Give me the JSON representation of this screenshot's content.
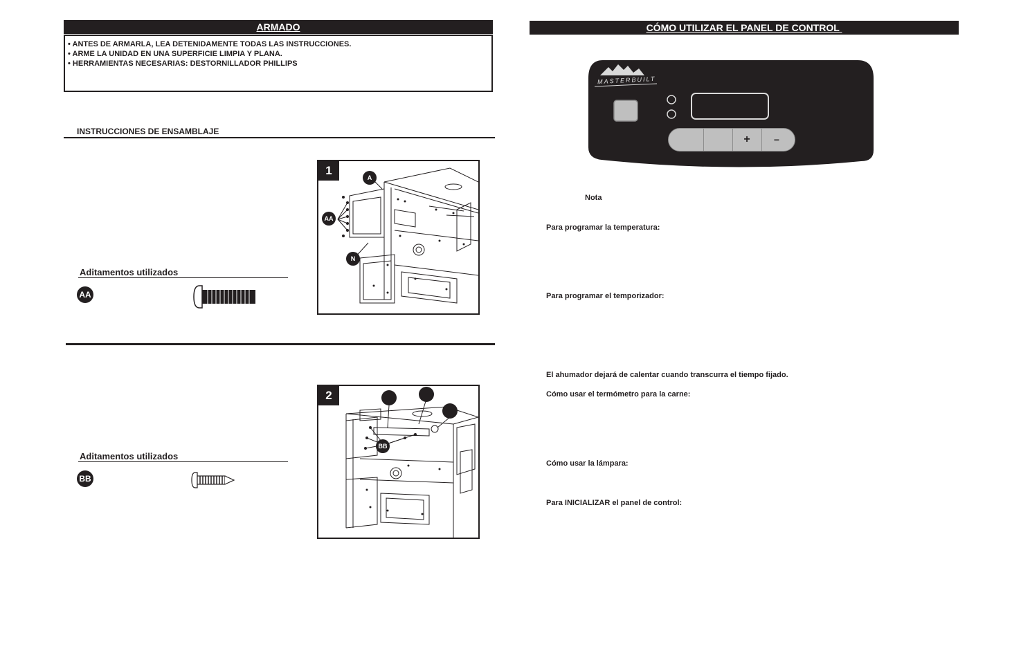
{
  "left": {
    "header": "ARMADO",
    "warnings": [
      "• ANTES DE ARMARLA, LEA DETENIDAMENTE TODAS LAS INSTRUCCIONES.",
      "• ARME LA UNIDAD EN UNA SUPERFICIE LIMPIA Y PLANA.",
      "• HERRAMIENTAS NECESARIAS: DESTORNILLADOR PHILLIPS"
    ],
    "section_title": "INSTRUCCIONES DE ENSAMBLAJE",
    "steps": [
      {
        "number": "1",
        "hardware_heading": "Aditamentos utilizados",
        "hardware_badge": "AA",
        "callouts": [
          "A",
          "AA",
          "N"
        ]
      },
      {
        "number": "2",
        "hardware_heading": "Aditamentos utilizados",
        "hardware_badge": "BB",
        "callouts": [
          "BB"
        ]
      }
    ]
  },
  "right": {
    "header": "CÓMO UTILIZAR EL PANEL DE CONTROL ",
    "panel": {
      "brand": "MASTERBUILT",
      "plus_label": "+",
      "minus_label": "−"
    },
    "note_label": "Nota",
    "headings": {
      "temperature": "Para programar la temperatura:",
      "timer": "Para programar el temporizador:",
      "smoker_stop": "El ahumador dejará de calentar cuando transcurra el tiempo fijado.",
      "thermometer": "Cómo usar el termómetro para la carne:",
      "lamp": "Cómo usar la lámpara:",
      "reset": "Para INICIALIZAR el panel de control:"
    }
  }
}
